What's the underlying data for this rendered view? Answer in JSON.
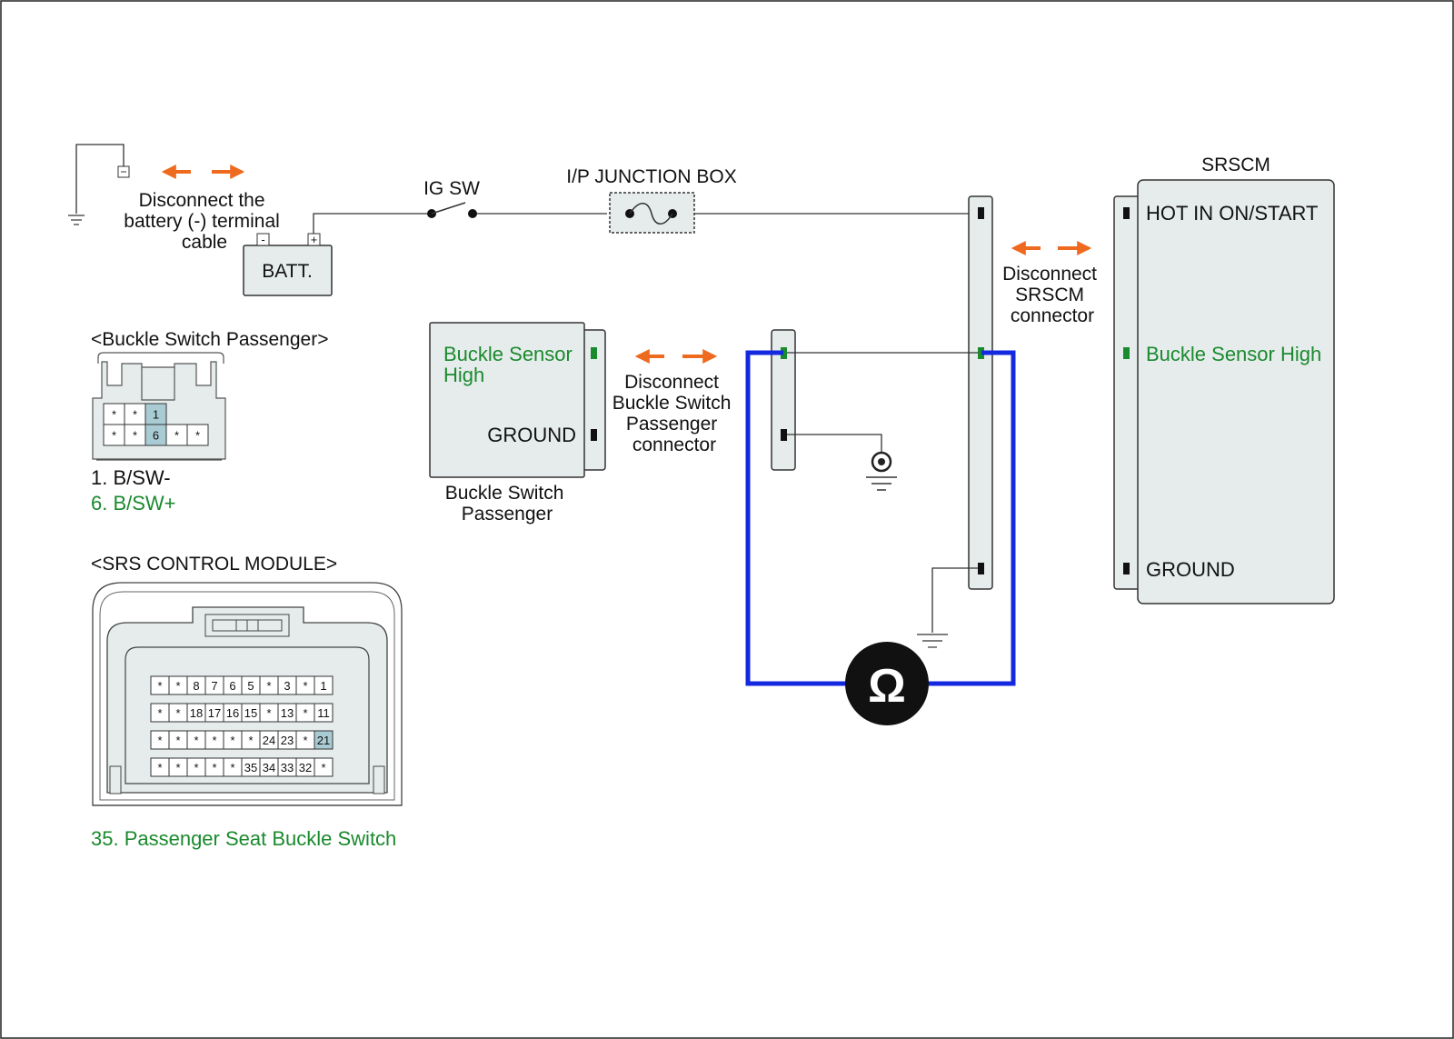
{
  "colors": {
    "accent_green": "#1a8a2e",
    "arrow_orange": "#ee6a1f",
    "meter_wire_blue": "#1428e0",
    "connector_fill": "#e6ecec",
    "pin_highlight": "#a9ccd4"
  },
  "icons": {
    "arrow": "double-orange-arrow-icon",
    "ground": "ground-icon",
    "ohmmeter": "ohmmeter-icon",
    "fuse": "fuse-icon",
    "switch": "ig-switch-icon"
  },
  "battery": {
    "label": "BATT.",
    "neg": "-",
    "pos": "+",
    "note": [
      "Disconnect the",
      "battery (-) terminal",
      "cable"
    ]
  },
  "ig_sw": {
    "label": "IG SW"
  },
  "junction": {
    "label": "I/P JUNCTION BOX"
  },
  "srscm": {
    "title": "SRSCM",
    "pins": [
      "HOT IN ON/START",
      "Buckle Sensor High",
      "GROUND"
    ],
    "note": [
      "Disconnect",
      "SRSCM",
      "connector"
    ]
  },
  "buckle_module": {
    "pin_high": [
      "Buckle Sensor",
      "High"
    ],
    "pin_ground": "GROUND",
    "caption": [
      "Buckle Switch",
      "Passenger"
    ],
    "note": [
      "Disconnect",
      "Buckle Switch",
      "Passenger",
      "connector"
    ]
  },
  "buckle_connector": {
    "title": "<Buckle Switch Passenger>",
    "row1": [
      "*",
      "*",
      "1"
    ],
    "row2": [
      "*",
      "*",
      "6",
      "*",
      "*"
    ],
    "legend": [
      "1. B/SW-",
      "6. B/SW+"
    ]
  },
  "srs_connector": {
    "title": "<SRS CONTROL MODULE>",
    "rows": [
      [
        "*",
        "*",
        "8",
        "7",
        "6",
        "5",
        "*",
        "3",
        "*",
        "1"
      ],
      [
        "*",
        "*",
        "18",
        "17",
        "16",
        "15",
        "*",
        "13",
        "*",
        "11"
      ],
      [
        "*",
        "*",
        "*",
        "*",
        "*",
        "*",
        "24",
        "23",
        "*",
        "21"
      ],
      [
        "*",
        "*",
        "*",
        "*",
        "*",
        "35",
        "34",
        "33",
        "32",
        "*"
      ]
    ],
    "legend": "35. Passenger Seat Buckle Switch"
  },
  "meter": {
    "symbol": "Ω"
  }
}
